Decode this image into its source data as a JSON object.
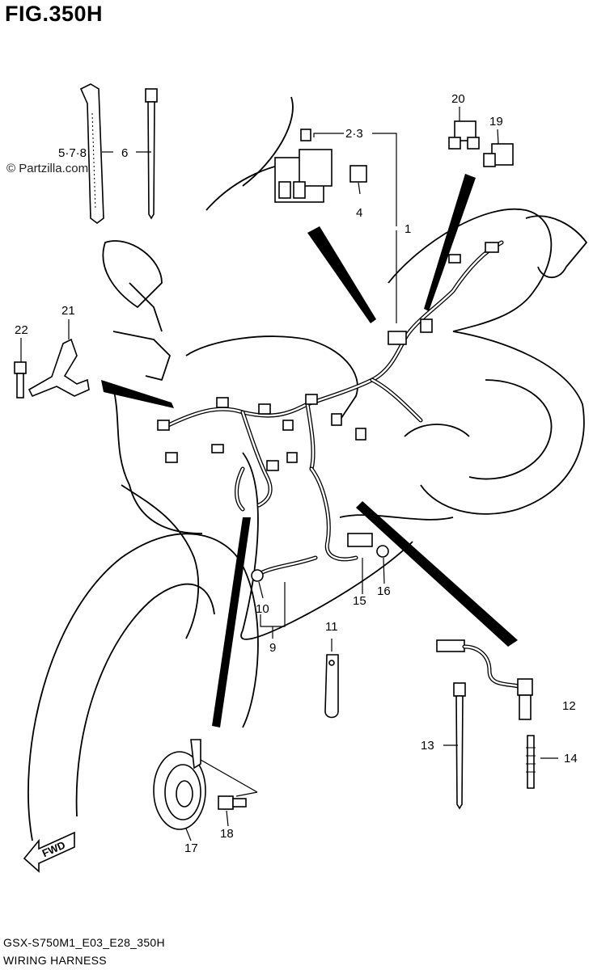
{
  "title": "FIG.350H",
  "watermark": "© Partzilla.com",
  "footer": {
    "code": "GSX-S750M1_E03_E28_350H",
    "name": "WIRING HARNESS"
  },
  "fwd_label": "FWD",
  "callouts": [
    {
      "id": "c1",
      "text": "1"
    },
    {
      "id": "c2-3",
      "text": "2·3"
    },
    {
      "id": "c4",
      "text": "4"
    },
    {
      "id": "c5-7-8",
      "text": "5·7·8"
    },
    {
      "id": "c6",
      "text": "6"
    },
    {
      "id": "c9",
      "text": "9"
    },
    {
      "id": "c10",
      "text": "10"
    },
    {
      "id": "c11",
      "text": "11"
    },
    {
      "id": "c12",
      "text": "12"
    },
    {
      "id": "c13",
      "text": "13"
    },
    {
      "id": "c14",
      "text": "14"
    },
    {
      "id": "c15",
      "text": "15"
    },
    {
      "id": "c16",
      "text": "16"
    },
    {
      "id": "c17",
      "text": "17"
    },
    {
      "id": "c18",
      "text": "18"
    },
    {
      "id": "c19",
      "text": "19"
    },
    {
      "id": "c20",
      "text": "20"
    },
    {
      "id": "c21",
      "text": "21"
    },
    {
      "id": "c22",
      "text": "22"
    }
  ]
}
